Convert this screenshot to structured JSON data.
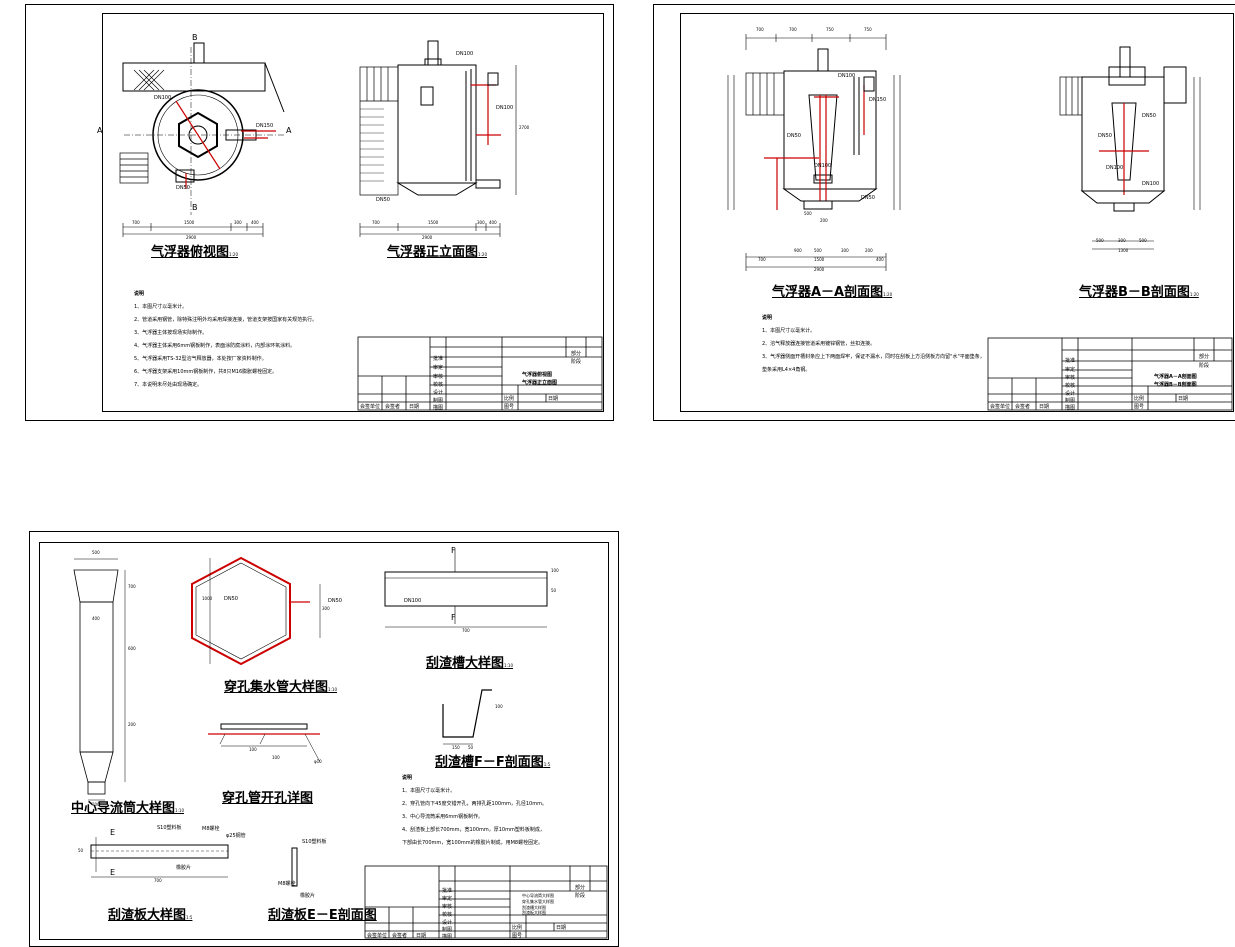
{
  "sheet1": {
    "titles": {
      "plan": "气浮器俯视图",
      "front": "气浮器正立面图"
    },
    "scales": {
      "plan": "1:20",
      "front": "1:20"
    },
    "section_marks": [
      "A",
      "A",
      "B",
      "B"
    ],
    "plan_dims": [
      "700",
      "1500",
      "300",
      "400",
      "2900"
    ],
    "front_dims": [
      "700",
      "1500",
      "300",
      "400",
      "2900",
      "2700"
    ],
    "labels": [
      "DN100",
      "DN150",
      "DN50",
      "DN100",
      "DN100",
      "DN50"
    ],
    "notes_heading": "说明",
    "notes": [
      "1、本图尺寸以毫米计。",
      "2、管道采用钢管，除特殊注明外均采用焊接连接，管道支架按国家有关规范执行。",
      "3、气浮器主体按现场实际制作。",
      "4、气浮器主体采用6mm钢板制作，表面涂防腐涂料，内部涂环氧涂料。",
      "5、气浮器采用TS-32型溶气释放器，本处按厂家资料制作。",
      "6、气浮器支架采用10mm钢板制作，共8只M16膨胀螺栓固定。",
      "7、本说明未尽处由现场确定。"
    ],
    "title_block": {
      "rows": [
        "批准",
        "审定",
        "审核",
        "校核",
        "设计",
        "制图",
        "描图"
      ],
      "drawing_name_1": "气浮器俯视图",
      "drawing_name_2": "气浮器正立面图",
      "scale_label": "比例",
      "date_label": "日期",
      "number_label": "图号",
      "part_label": "部分",
      "stage_label": "阶段",
      "sign_labels": [
        "会签单位",
        "会签者",
        "日期"
      ]
    }
  },
  "sheet2": {
    "titles": {
      "aa": "气浮器A－A剖面图",
      "bb": "气浮器B－B剖面图"
    },
    "scales": {
      "aa": "1:20",
      "bb": "1:20"
    },
    "dims_top": [
      "700",
      "700",
      "750",
      "750"
    ],
    "dims_bottom": [
      "900",
      "500",
      "300",
      "500",
      "200",
      "200",
      "400",
      "700",
      "1500",
      "2900"
    ],
    "dims_bb": [
      "500",
      "300",
      "500",
      "1300"
    ],
    "labels": [
      "DN100",
      "DN150",
      "DN50",
      "DN100",
      "DN50",
      "DN50",
      "DN50",
      "DN100",
      "DN100"
    ],
    "notes_heading": "说明",
    "notes": [
      "1、本图尺寸以毫米计。",
      "2、溶气释放器连接管道采用镀锌钢管，丝扣连接。",
      "3、气浮器侧面开槽封条应上下两面焊牢，保证不漏水，同时在刮板上方沿侧板方向留\"水\"平面垫条，",
      "   垫条采用L4×4角钢。"
    ],
    "title_block": {
      "rows": [
        "批准",
        "审定",
        "审核",
        "校核",
        "设计",
        "制图",
        "描图"
      ],
      "drawing_name_1": "气浮器A－A剖面图",
      "drawing_name_2": "气浮器B－B剖面图",
      "scale_label": "比例",
      "date_label": "日期",
      "number_label": "图号",
      "part_label": "部分",
      "stage_label": "阶段",
      "sign_labels": [
        "会签单位",
        "会签者",
        "日期"
      ]
    }
  },
  "sheet3": {
    "titles": {
      "guide": "中心导流筒大样图",
      "pipe": "穿孔集水管大样图",
      "holes": "穿孔管开孔详图",
      "trough": "刮渣槽大样图",
      "trough_section": "刮渣槽F－F剖面图",
      "scraper": "刮渣板大样图",
      "scraper_section": "刮渣板E－E剖面图"
    },
    "scales": {
      "guide": "1:10",
      "pipe": "1:10",
      "trough": "1:10",
      "trough_section": "1:5",
      "scraper": "1:5"
    },
    "dims": {
      "guide": [
        "500",
        "700",
        "400",
        "600",
        "200",
        "300"
      ],
      "pipe": [
        "1000",
        "300",
        "DN50"
      ],
      "holes": [
        "100",
        "100",
        "φ10"
      ],
      "trough": [
        "700",
        "100",
        "50"
      ],
      "trough_section": [
        "150",
        "50",
        "100"
      ],
      "scraper": [
        "700",
        "50"
      ]
    },
    "markers": [
      "F",
      "F",
      "E",
      "E"
    ],
    "labels": {
      "s10_plate": "S10塑料板",
      "m8_bolt": "M8螺栓",
      "rod": "φ25钢管",
      "rubber": "橡胶片",
      "s10_plate_2": "S10塑料板",
      "m8_bolt_2": "M8螺栓",
      "rubber_2": "橡胶片",
      "dn_pipe": "DN50",
      "dn_trough": "DN100"
    },
    "notes_heading": "说明",
    "notes": [
      "1、本图尺寸以毫米计。",
      "2、穿孔管向下45度交错开孔，两排孔距100mm，孔径10mm。",
      "3、中心导流筒采用6mm钢板制作。",
      "4、刮渣板上部长700mm，宽100mm，厚10mm塑料板制成，",
      "   下部由长700mm，宽100mm的橡胶片制成，用M8螺栓固定。"
    ],
    "title_block": {
      "rows": [
        "批准",
        "审定",
        "审核",
        "校核",
        "设计",
        "制图",
        "描图"
      ],
      "drawing_lines": [
        "中心导流筒大样图",
        "穿孔集水管大样图",
        "刮渣槽大样图",
        "刮渣板大样图"
      ],
      "scale_label": "比例",
      "date_label": "日期",
      "number_label": "图号",
      "part_label": "部分",
      "stage_label": "阶段",
      "sign_labels": [
        "会签单位",
        "会签者",
        "日期"
      ]
    }
  }
}
